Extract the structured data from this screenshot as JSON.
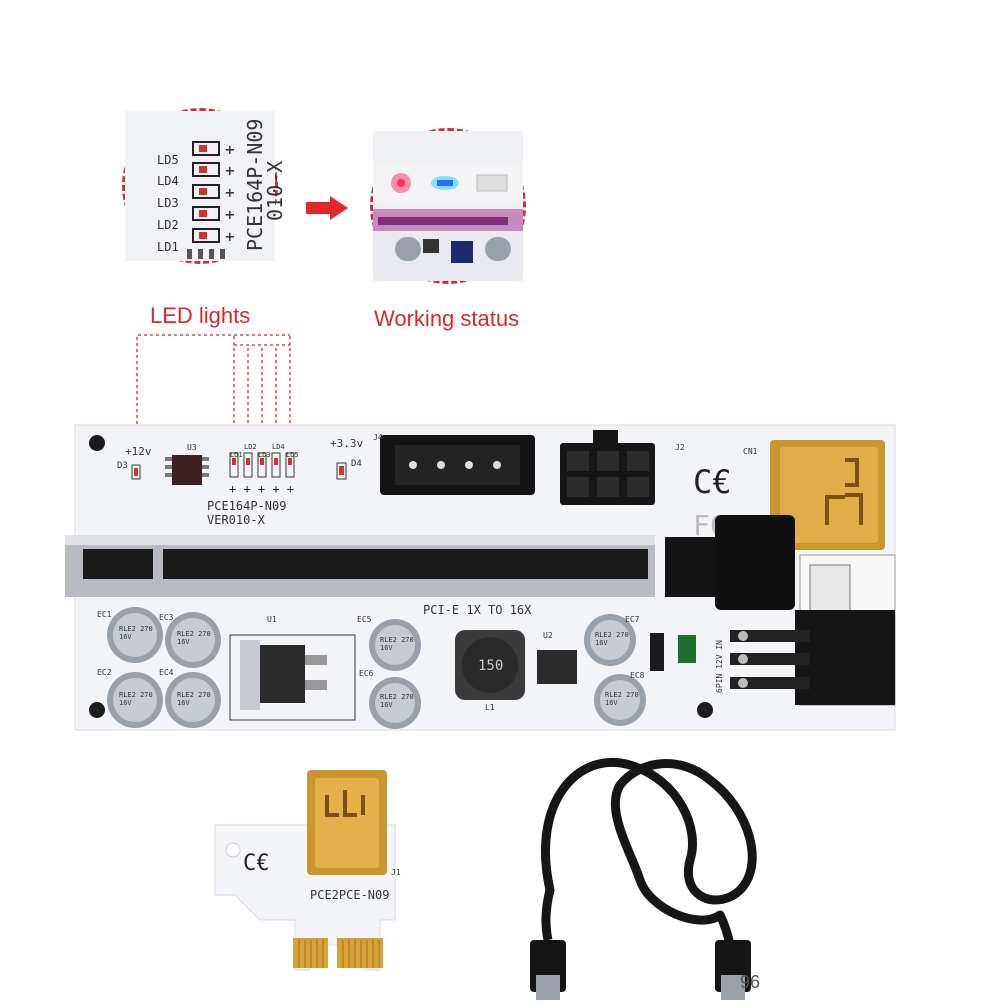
{
  "callouts": {
    "led_label": "LED lights",
    "working_label": "Working status"
  },
  "zoom_led": {
    "leds": [
      "LD5",
      "LD4",
      "LD3",
      "LD2",
      "LD1"
    ],
    "board_text_1": "PCE164P-N09",
    "board_text_2": "010-X"
  },
  "board": {
    "model": "PCE164P-N09",
    "version": "VER010-X",
    "slot_label": "PCI-E 1X TO 16X",
    "v12": "+12v",
    "v33": "+3.3v",
    "d3": "D3",
    "d4": "D4",
    "u3": "U3",
    "u1": "U1",
    "u2": "U2",
    "j2": "J2",
    "j4": "J4",
    "cn1": "CN1",
    "l1": "L1",
    "inductor": "150",
    "led_refs": [
      "LD1",
      "LD2",
      "LD3",
      "LD4",
      "LD5"
    ],
    "caps": [
      {
        "ref": "EC1",
        "t": "RLE2 270 16V"
      },
      {
        "ref": "EC3",
        "t": "RLE2 270 16V"
      },
      {
        "ref": "EC2",
        "t": "RLE2 270 16V"
      },
      {
        "ref": "EC4",
        "t": "RLE2 270 16V"
      },
      {
        "ref": "EC5",
        "t": "RLE2 270 16V"
      },
      {
        "ref": "EC6",
        "t": "RLE2 270 16V"
      },
      {
        "ref": "EC7",
        "t": "RLE2 270 16V"
      },
      {
        "ref": "EC8",
        "t": "RLE2 270 16V"
      }
    ],
    "power_in": "6PIN 12V IN",
    "ce": "CE",
    "fc": "FC"
  },
  "adapter": {
    "model": "PCE2PCE-N09",
    "j1": "J1",
    "ce": "CE"
  },
  "cable": {
    "watermark": "96"
  },
  "colors": {
    "callout_red": "#d8282e",
    "board_white": "#f4f5f8",
    "gold": "#d8a23a",
    "black": "#141414"
  }
}
